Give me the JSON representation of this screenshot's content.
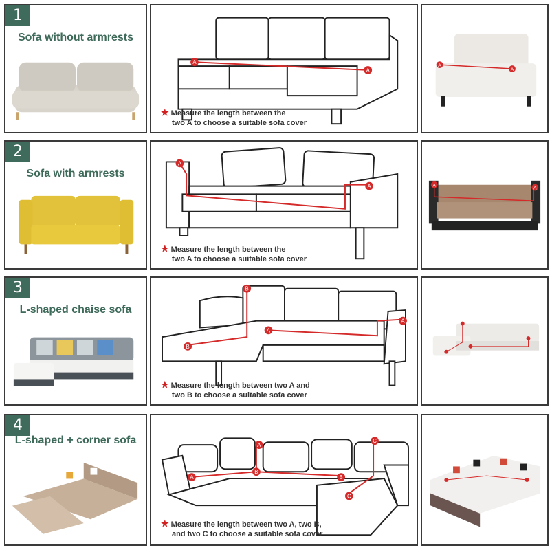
{
  "rows": [
    {
      "number": "1",
      "title": "Sofa without armrests",
      "note_line1": "Measure the length between the",
      "note_line2": "two A to choose a suitable sofa cover"
    },
    {
      "number": "2",
      "title": "Sofa with armrests",
      "note_line1": "Measure the length between the",
      "note_line2": "two A to choose a suitable sofa cover"
    },
    {
      "number": "3",
      "title": "L-shaped chaise sofa",
      "note_line1": "Measure the length between two A and",
      "note_line2": "two B to choose a suitable sofa cover"
    },
    {
      "number": "4",
      "title": "L-shaped + corner sofa",
      "note_line1": "Measure the length between two A, two B,",
      "note_line2": "and two C to choose a suitable sofa cover"
    }
  ],
  "markers": {
    "a": "A",
    "b": "B",
    "c": "C"
  },
  "colors": {
    "accent": "#3f6b5c",
    "measure": "#d42a2a"
  }
}
